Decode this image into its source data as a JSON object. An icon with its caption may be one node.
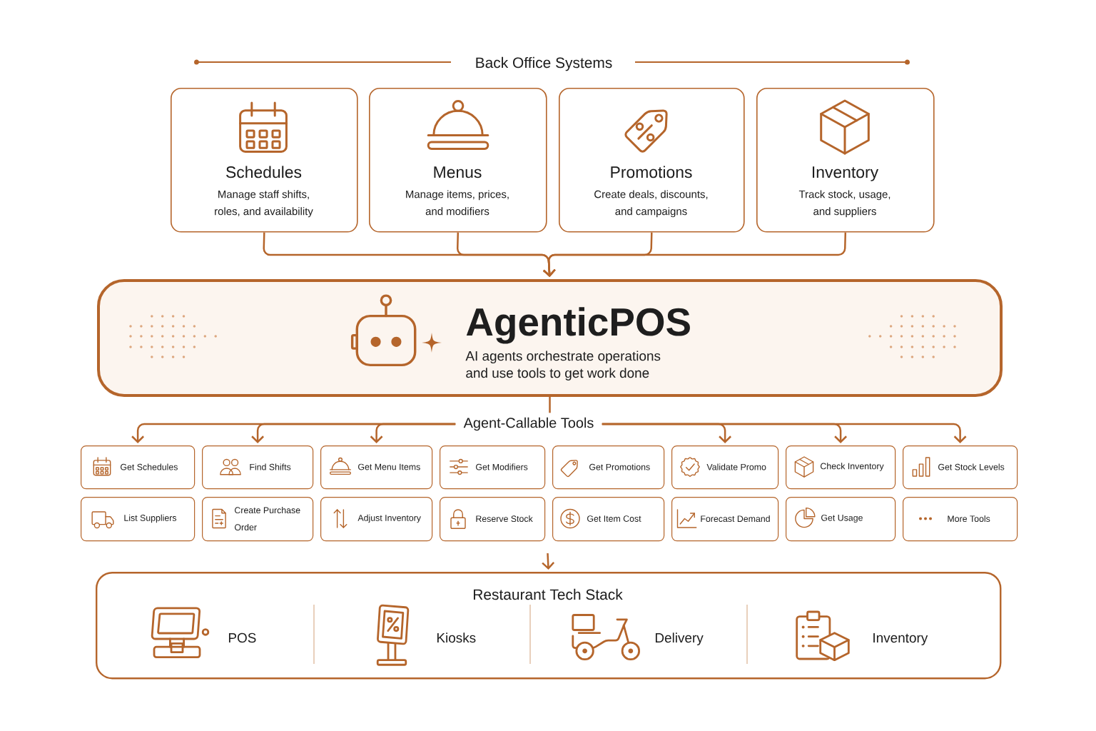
{
  "diagram": {
    "nodes": [
      {
        "text": [
          "Schedules",
          "Manage staff shifts, roles, and availability"
        ]
      },
      {
        "text": [
          "Menus",
          "Manage items, prices, and modifiers"
        ]
      },
      {
        "text": [
          "Promotions",
          "Create deals, discounts, and campaigns"
        ]
      },
      {
        "text": [
          "Inventory",
          "Track stock, usage, and suppliers"
        ]
      },
      {
        "text": [
          "AgenticPOS",
          "AI agents orchestrate operations and use tools to get work done"
        ]
      },
      {
        "text": [
          "Agent-Callable Tools"
        ]
      },
      {
        "text": [
          "Get Schedules"
        ]
      },
      {
        "text": [
          "Find Shifts"
        ]
      },
      {
        "text": [
          "Get Menu Items"
        ]
      },
      {
        "text": [
          "Get Modifiers"
        ]
      },
      {
        "text": [
          "Get Promotions"
        ]
      },
      {
        "text": [
          "Validate Promo"
        ]
      },
      {
        "text": [
          "Check Inventory"
        ]
      },
      {
        "text": [
          "Get Stock Levels"
        ]
      },
      {
        "text": [
          "List Suppliers"
        ]
      },
      {
        "text": [
          "Create Purchase Order"
        ]
      },
      {
        "text": [
          "Adjust Inventory"
        ]
      },
      {
        "text": [
          "Reserve Stock"
        ]
      },
      {
        "text": [
          "Get Item Cost"
        ]
      },
      {
        "text": [
          "Forecast Demand"
        ]
      },
      {
        "text": [
          "Get Usage"
        ]
      },
      {
        "text": [
          "More Tools"
        ]
      },
      {
        "text": [
          "Restaurant Tech Stack"
        ]
      },
      {
        "text": [
          "POS"
        ],
        "in": 22
      },
      {
        "text": [
          "Kiosks"
        ],
        "in": 22
      },
      {
        "text": [
          "Delivery"
        ],
        "in": 22
      },
      {
        "text": [
          "Inventory"
        ],
        "in": 22
      }
    ],
    "edges": [
      {
        "from": 0,
        "to": 4,
        "arrow": "to"
      },
      {
        "from": 1,
        "to": 4,
        "arrow": "to"
      },
      {
        "from": 2,
        "to": 4,
        "arrow": "to"
      },
      {
        "from": 3,
        "to": 4,
        "arrow": "to"
      },
      {
        "from": 4,
        "to": 5,
        "arrow": "none"
      },
      {
        "from": 5,
        "to": 6,
        "arrow": "to"
      },
      {
        "from": 5,
        "to": 7,
        "arrow": "to"
      },
      {
        "from": 5,
        "to": 8,
        "arrow": "to"
      },
      {
        "from": 5,
        "to": 11,
        "arrow": "to"
      },
      {
        "from": 5,
        "to": 12,
        "arrow": "to"
      },
      {
        "from": 5,
        "to": 13,
        "arrow": "to"
      },
      {
        "from": null,
        "to": 22,
        "arrow": "to"
      }
    ],
    "labels": [
      "Back Office Systems"
    ]
  }
}
